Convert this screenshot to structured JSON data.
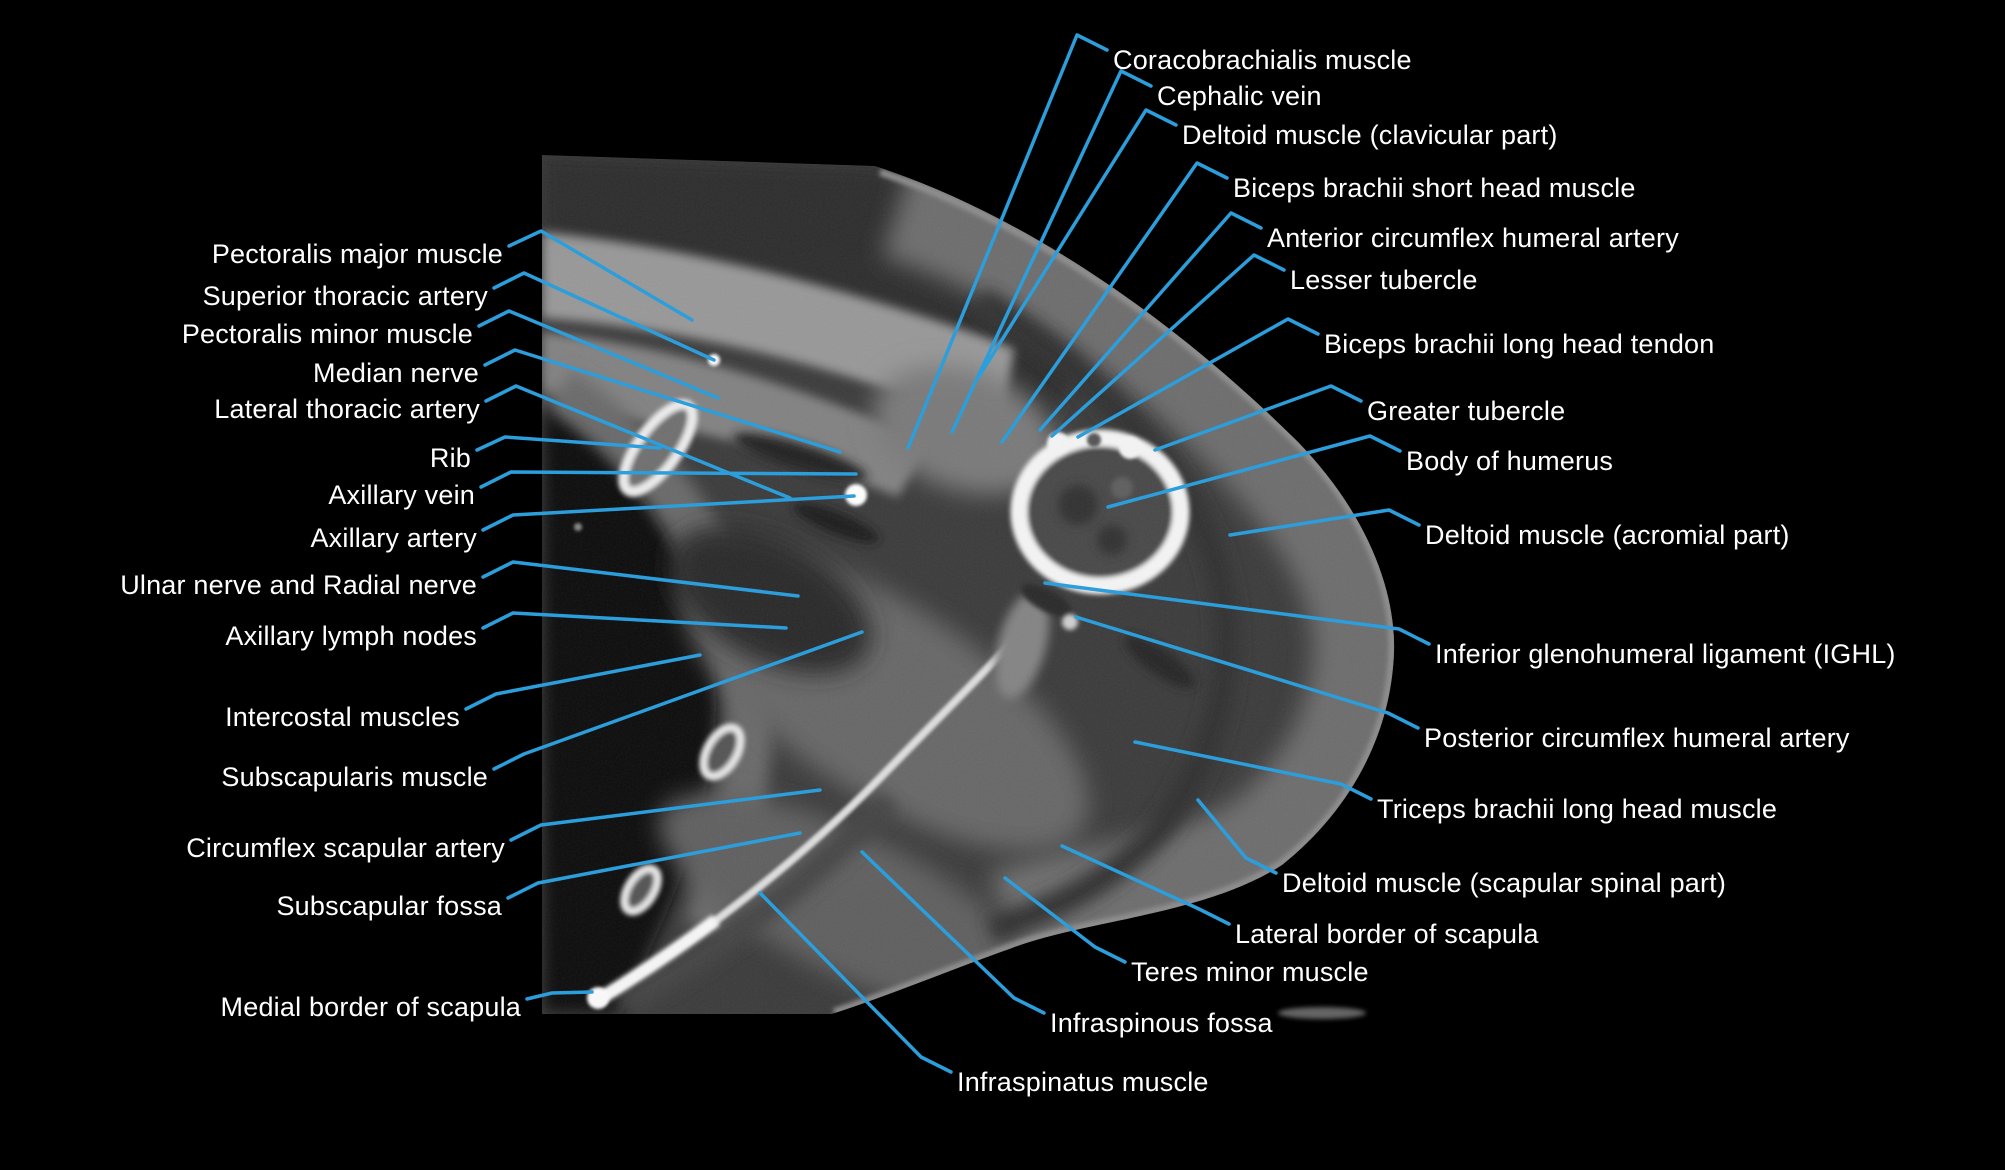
{
  "figure": {
    "kind": "axial shoulder CT with anatomical annotations",
    "background_color": "#000000",
    "label_text_color": "#ffffff",
    "leader_line_color": "#2b9edb"
  },
  "labels": {
    "left": [
      {
        "text": "Pectoralis major muscle"
      },
      {
        "text": "Superior thoracic artery"
      },
      {
        "text": "Pectoralis minor muscle"
      },
      {
        "text": "Median nerve"
      },
      {
        "text": "Lateral thoracic artery"
      },
      {
        "text": "Rib"
      },
      {
        "text": "Axillary vein"
      },
      {
        "text": "Axillary artery"
      },
      {
        "text": "Ulnar nerve and Radial nerve"
      },
      {
        "text": "Axillary lymph nodes"
      },
      {
        "text": "Intercostal muscles"
      },
      {
        "text": "Subscapularis muscle"
      },
      {
        "text": "Circumflex scapular artery"
      },
      {
        "text": "Subscapular fossa"
      },
      {
        "text": "Medial border of scapula"
      }
    ],
    "right": [
      {
        "text": "Coracobrachialis muscle"
      },
      {
        "text": "Cephalic vein"
      },
      {
        "text": "Deltoid muscle (clavicular part)"
      },
      {
        "text": "Biceps brachii short head muscle"
      },
      {
        "text": "Anterior circumflex humeral artery"
      },
      {
        "text": "Lesser tubercle"
      },
      {
        "text": "Biceps brachii long head tendon"
      },
      {
        "text": "Greater tubercle"
      },
      {
        "text": "Body of humerus"
      },
      {
        "text": "Deltoid muscle (acromial part)"
      },
      {
        "text": "Inferior glenohumeral ligament (IGHL)"
      },
      {
        "text": "Posterior circumflex humeral artery"
      },
      {
        "text": "Triceps brachii long head muscle"
      },
      {
        "text": "Deltoid muscle (scapular spinal part)"
      },
      {
        "text": "Lateral border of scapula"
      },
      {
        "text": "Teres minor muscle"
      },
      {
        "text": "Infraspinous fossa"
      },
      {
        "text": "Infraspinatus muscle"
      }
    ]
  }
}
